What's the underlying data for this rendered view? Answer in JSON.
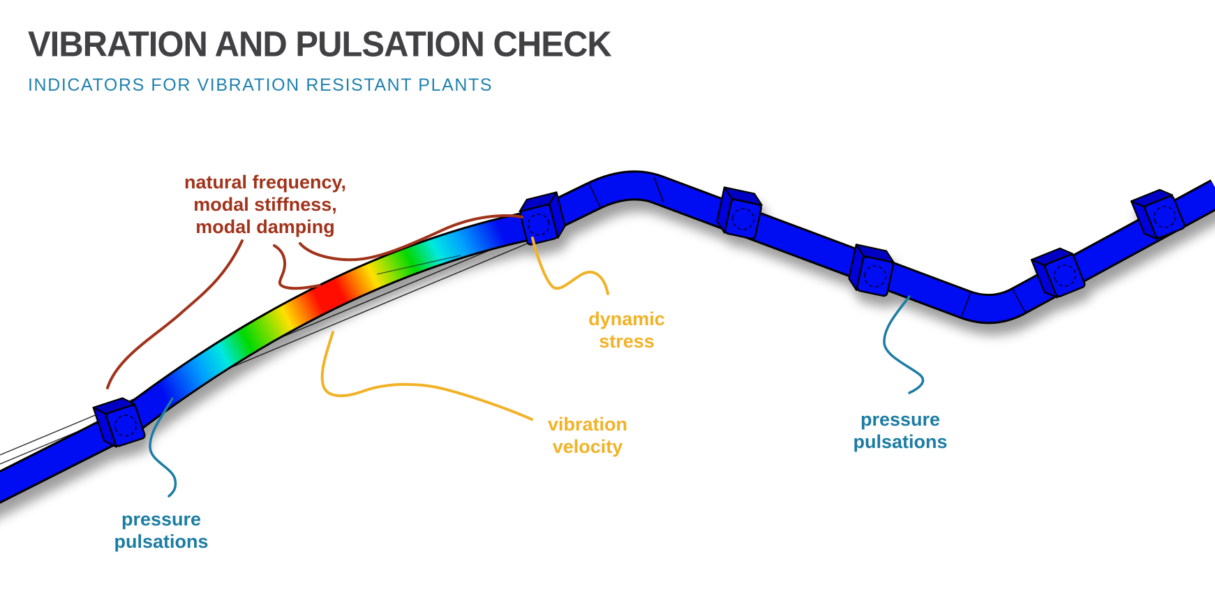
{
  "header": {
    "title": "VIBRATION AND PULSATION CHECK",
    "subtitle": "INDICATORS FOR VIBRATION RESISTANT PLANTS"
  },
  "diagram": {
    "labels": {
      "modal_properties": {
        "text": "natural frequency,\nmodal stiffness,\nmodal damping",
        "color": "#a1331b"
      },
      "dynamic_stress": {
        "text": "dynamic\nstress",
        "color": "#f2b227"
      },
      "vibration_velocity": {
        "text": "vibration\nvelocity",
        "color": "#f2b227"
      },
      "pressure_pulsations_left": {
        "text": "pressure\npulsations",
        "color": "#1b7ca4"
      },
      "pressure_pulsations_right": {
        "text": "pressure\npulsations",
        "color": "#1b7ca4"
      }
    },
    "colors": {
      "pipe_blue": "#0509f2",
      "pipe_dark": "#0205c4",
      "title_gray": "#414042",
      "subtitle_blue": "#1f81af",
      "dark_red": "#a1331b",
      "amber": "#f2b227",
      "teal": "#1b7ca4"
    },
    "mode_shape_gradient": [
      [
        0.0,
        "#0408f0"
      ],
      [
        0.1,
        "#0408f0"
      ],
      [
        0.2,
        "#00a0ff"
      ],
      [
        0.26,
        "#00e8e0"
      ],
      [
        0.32,
        "#00d800"
      ],
      [
        0.38,
        "#90e000"
      ],
      [
        0.42,
        "#ffe000"
      ],
      [
        0.46,
        "#ff7a00"
      ],
      [
        0.5,
        "#ff0c00"
      ],
      [
        0.55,
        "#ff0c00"
      ],
      [
        0.59,
        "#ff7a00"
      ],
      [
        0.63,
        "#ffe000"
      ],
      [
        0.67,
        "#90e000"
      ],
      [
        0.72,
        "#00d800"
      ],
      [
        0.78,
        "#00e8e0"
      ],
      [
        0.84,
        "#00a0ff"
      ],
      [
        0.93,
        "#0408f0"
      ],
      [
        1.0,
        "#0408f0"
      ]
    ],
    "supports": {
      "count": 6
    }
  }
}
